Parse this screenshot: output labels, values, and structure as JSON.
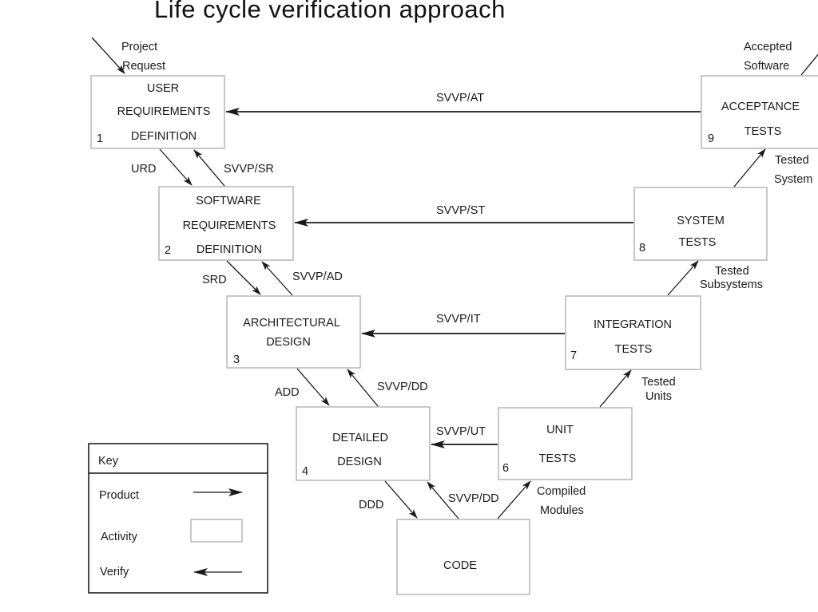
{
  "title": "Life cycle verification approach",
  "colors": {
    "box_stroke": "#b5b5b5",
    "line": "#1a1a1a",
    "text": "#1a1a1a",
    "background": "#ffffff"
  },
  "activities": [
    {
      "id": 1,
      "number": "1",
      "lines": [
        "USER",
        "REQUIREMENTS",
        "DEFINITION"
      ]
    },
    {
      "id": 2,
      "number": "2",
      "lines": [
        "SOFTWARE",
        "REQUIREMENTS",
        "DEFINITION"
      ]
    },
    {
      "id": 3,
      "number": "3",
      "lines": [
        "ARCHITECTURAL",
        "DESIGN"
      ]
    },
    {
      "id": 4,
      "number": "4",
      "lines": [
        "DETAILED",
        "DESIGN"
      ]
    },
    {
      "id": 5,
      "number": "",
      "lines": [
        "CODE"
      ]
    },
    {
      "id": 6,
      "number": "6",
      "lines": [
        "UNIT",
        "TESTS"
      ]
    },
    {
      "id": 7,
      "number": "7",
      "lines": [
        "INTEGRATION",
        "TESTS"
      ]
    },
    {
      "id": 8,
      "number": "8",
      "lines": [
        "SYSTEM",
        "TESTS"
      ]
    },
    {
      "id": 9,
      "number": "9",
      "lines": [
        "ACCEPTANCE",
        "TESTS"
      ]
    }
  ],
  "products": {
    "project_request": [
      "Project",
      "Request"
    ],
    "urd": "URD",
    "srd": "SRD",
    "add": "ADD",
    "ddd": "DDD",
    "compiled_modules": [
      "Compiled",
      "Modules"
    ],
    "tested_units": [
      "Tested",
      "Units"
    ],
    "tested_subsystems": [
      "Tested",
      "Subsystems"
    ],
    "tested_system": [
      "Tested",
      "System"
    ],
    "accepted_software": [
      "Accepted",
      "Software"
    ]
  },
  "verifications": {
    "sr": "SVVP/SR",
    "ad": "SVVP/AD",
    "dd_upper": "SVVP/DD",
    "dd_lower": "SVVP/DD",
    "at": "SVVP/AT",
    "st": "SVVP/ST",
    "it": "SVVP/IT",
    "ut": "SVVP/UT"
  },
  "key": {
    "title": "Key",
    "items": [
      {
        "label": "Product",
        "symbol": "arrow-right"
      },
      {
        "label": "Activity",
        "symbol": "box"
      },
      {
        "label": "Verify",
        "symbol": "arrow-left"
      }
    ]
  }
}
